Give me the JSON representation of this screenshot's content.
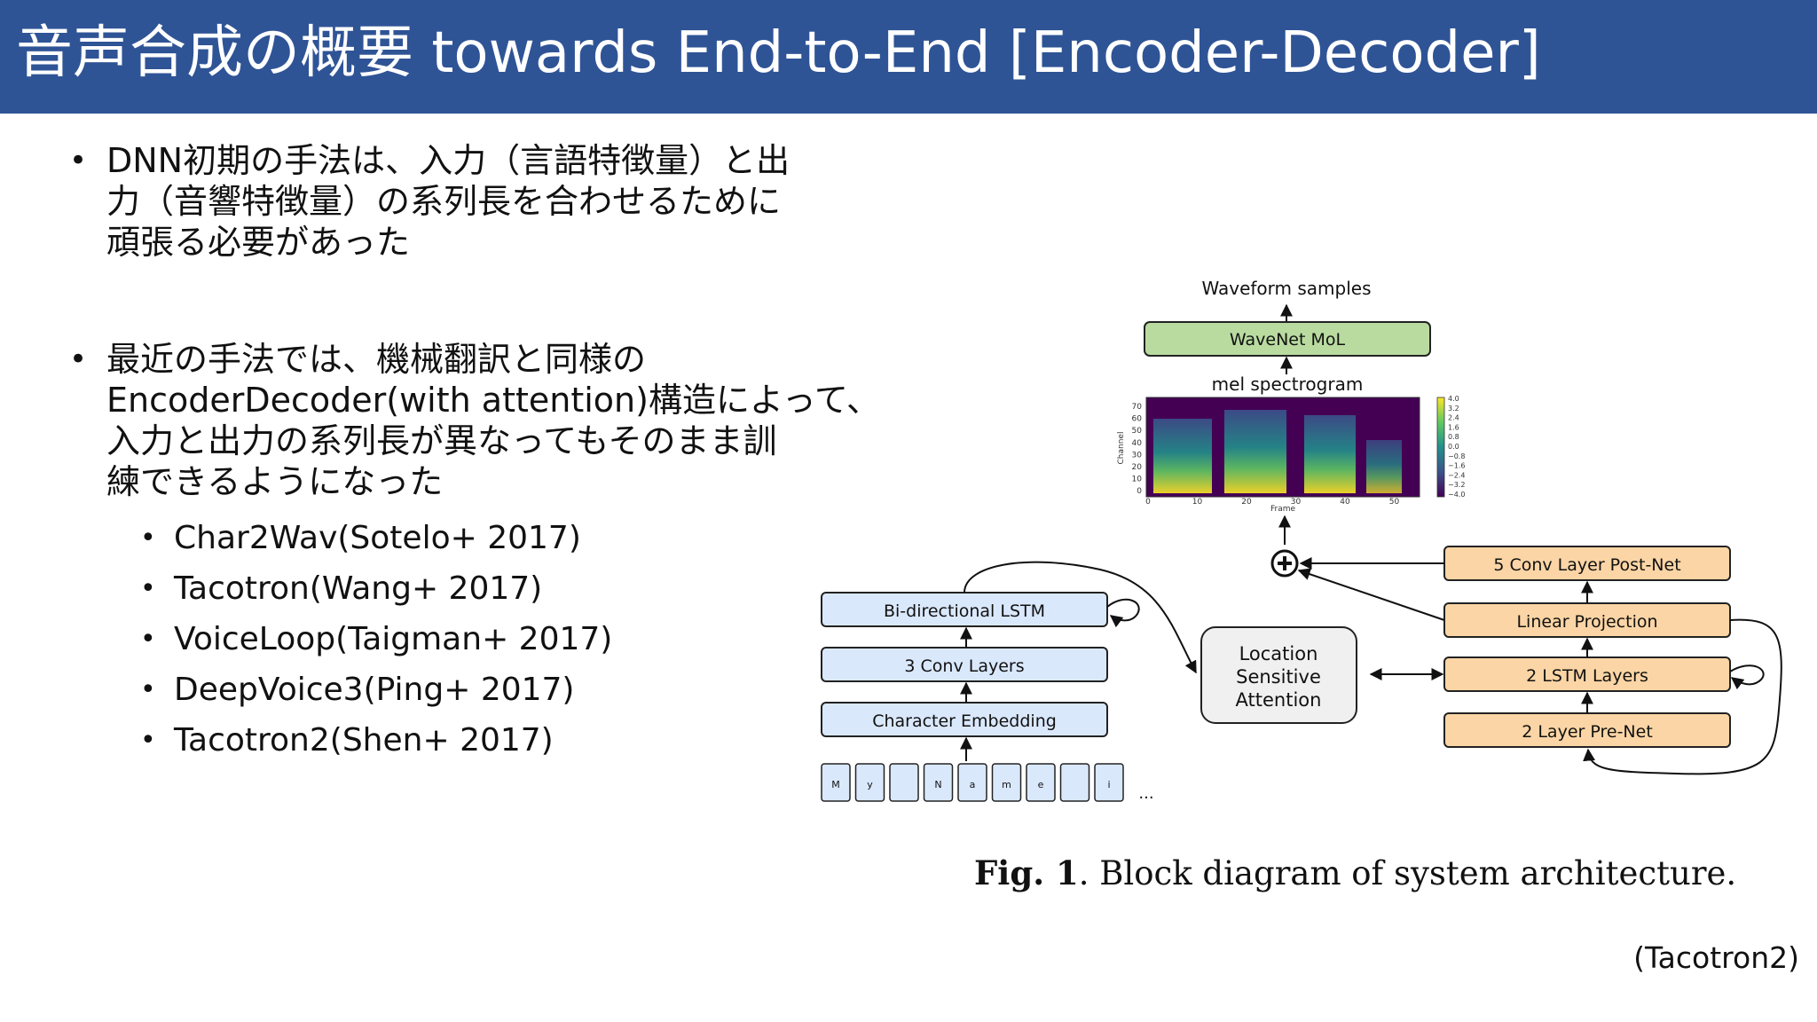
{
  "title": "音声合成の概要 towards End-to-End [Encoder-Decoder]",
  "bullets": [
    {
      "lines": [
        "DNN初期の手法は、入力（言語特徴量）と出",
        "力（音響特徴量）の系列長を合わせるために",
        "頑張る必要があった"
      ]
    },
    {
      "lines": [
        "最近の手法では、機械翻訳と同様の",
        "EncoderDecoder(with attention)構造によって、",
        "入力と出力の系列長が異なってもそのまま訓",
        "練できるようになった"
      ]
    }
  ],
  "subbullets": [
    "Char2Wav(Sotelo+ 2017)",
    "Tacotron(Wang+ 2017)",
    "VoiceLoop(Taigman+ 2017)",
    "DeepVoice3(Ping+ 2017)",
    "Tacotron2(Shen+ 2017)"
  ],
  "diagram": {
    "waveform_samples": "Waveform samples",
    "wavenet": "WaveNet MoL",
    "mel_spectrogram": "mel spectrogram",
    "postnet": "5 Conv Layer Post-Net",
    "linear_projection": "Linear Projection",
    "lstm_layers": "2 LSTM Layers",
    "prenet": "2 Layer Pre-Net",
    "attention": [
      "Location",
      "Sensitive",
      "Attention"
    ],
    "bilstm": "Bi-directional LSTM",
    "conv_layers": "3 Conv Layers",
    "char_embedding": "Character Embedding",
    "input_chars": [
      "M",
      "y",
      "",
      "N",
      "a",
      "m",
      "e",
      "",
      "i"
    ],
    "ellipsis": "...",
    "spectrogram": {
      "y_ticks": [
        "70",
        "60",
        "50",
        "40",
        "30",
        "20",
        "10",
        "0"
      ],
      "x_ticks": [
        "0",
        "10",
        "20",
        "30",
        "40",
        "50"
      ],
      "y_label": "Channel",
      "x_label": "Frame",
      "colorbar_ticks": [
        "4.0",
        "3.2",
        "2.4",
        "1.6",
        "0.8",
        "0.0",
        "−0.8",
        "−1.6",
        "−2.4",
        "−3.2",
        "−4.0"
      ]
    }
  },
  "figure_caption": {
    "label": "Fig. 1",
    "text": ". Block diagram of system architecture."
  },
  "source": "(Tacotron2)",
  "colors": {
    "title_bar": "#2f5496",
    "encoder_box": "#dae8fc",
    "decoder_box": "#fbd5a5",
    "wavenet_box": "#b9dba0",
    "attention_box": "#f0f0f0"
  }
}
